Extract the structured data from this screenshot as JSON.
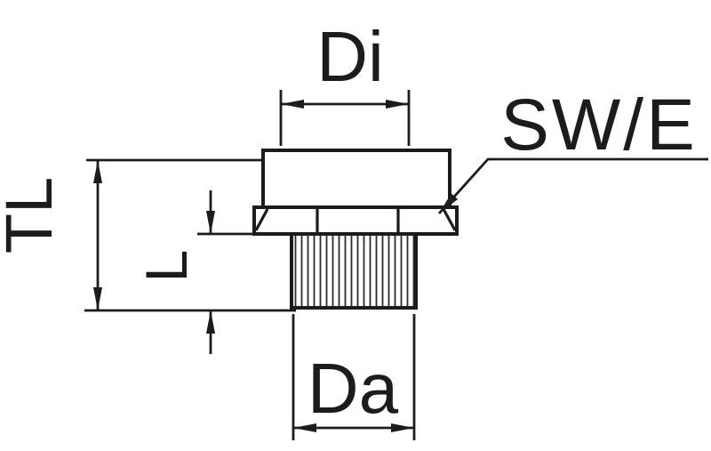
{
  "drawing": {
    "kind": "technical-dimension-drawing",
    "background_color": "#ffffff",
    "line_color": "#1c1c1c"
  },
  "labels": {
    "inner_diameter": "Di",
    "wrench_size": "SW/E",
    "total_length": "TL",
    "thread_length": "L",
    "outer_diameter": "Da"
  }
}
